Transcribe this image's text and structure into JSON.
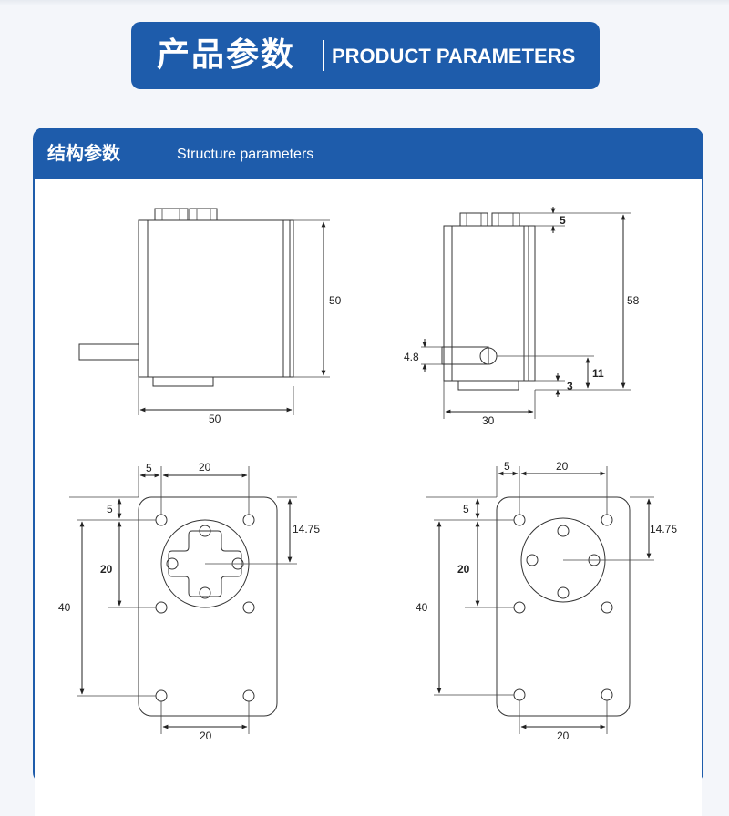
{
  "header": {
    "title_cn": "产品参数",
    "title_en": "PRODUCT PARAMETERS"
  },
  "section": {
    "title_cn": "结构参数",
    "title_en": "Structure parameters"
  },
  "colors": {
    "brand_blue": "#1e5cab",
    "line": "#333333",
    "background": "#f4f6fa"
  },
  "drawings": {
    "front_view": {
      "height_label": "50",
      "width_label": "50"
    },
    "side_view": {
      "cap_label": "5",
      "total_height_label": "58",
      "shaft_dia_label": "4.8",
      "shaft_height_label": "11",
      "base_label": "3",
      "width_label": "30"
    },
    "bottom_left": {
      "top_offset_x": "5",
      "top_pitch": "20",
      "top_offset_y": "5",
      "hub_offset": "14.75",
      "inner_pitch": "20",
      "outer_pitch": "40",
      "bottom_pitch": "20"
    },
    "bottom_right": {
      "top_offset_x": "5",
      "top_pitch": "20",
      "top_offset_y": "5",
      "hub_offset": "14.75",
      "inner_pitch": "20",
      "outer_pitch": "40",
      "bottom_pitch": "20"
    }
  }
}
